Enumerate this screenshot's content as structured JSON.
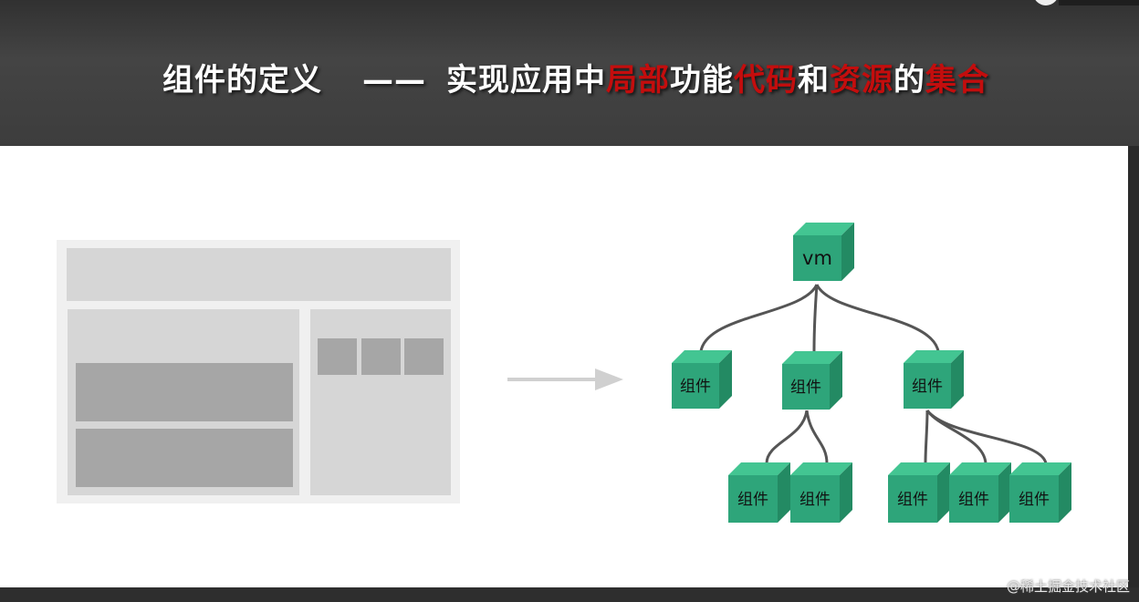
{
  "header": {
    "title_part1": "组件的定义",
    "dash": "——",
    "title_part2": "实现应用中",
    "hl1": "局部",
    "mid1": "功能",
    "hl2": "代码",
    "mid2": "和",
    "hl3": "资源",
    "mid3": "的",
    "hl4": "集合"
  },
  "tree": {
    "root_label": "vm",
    "node_label": "组件"
  },
  "colors": {
    "highlight": "#c40d0d",
    "cube_front": "#2ea57a",
    "cube_top": "#43c592",
    "cube_side": "#238a63"
  },
  "watermark": "@稀土掘金技术社区"
}
